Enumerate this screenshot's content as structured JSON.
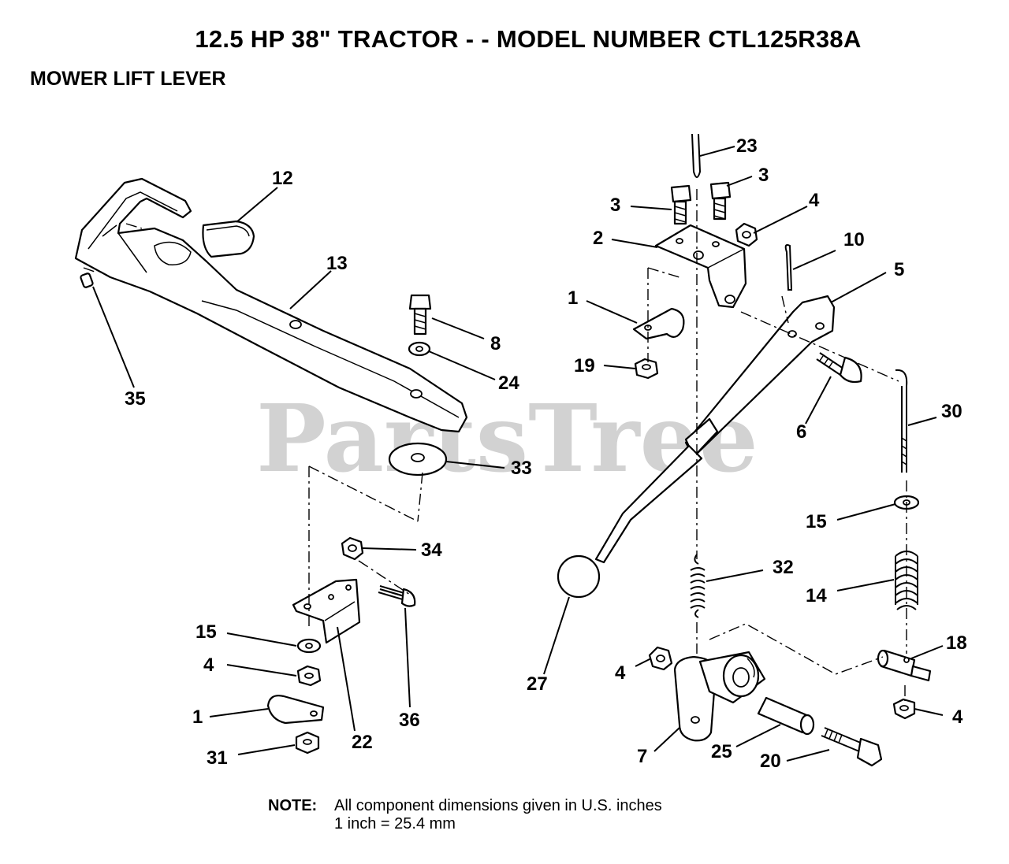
{
  "title": "12.5 HP 38\" TRACTOR - - MODEL NUMBER CTL125R38A",
  "section": "MOWER LIFT LEVER",
  "watermark": "PartsTree",
  "watermark_tm": "™",
  "callouts": [
    {
      "id": "c12",
      "label": "12"
    },
    {
      "id": "c13",
      "label": "13"
    },
    {
      "id": "c35",
      "label": "35"
    },
    {
      "id": "c8",
      "label": "8"
    },
    {
      "id": "c24",
      "label": "24"
    },
    {
      "id": "c33",
      "label": "33"
    },
    {
      "id": "c34",
      "label": "34"
    },
    {
      "id": "c15a",
      "label": "15"
    },
    {
      "id": "c4a",
      "label": "4"
    },
    {
      "id": "c1a",
      "label": "1"
    },
    {
      "id": "c31",
      "label": "31"
    },
    {
      "id": "c22",
      "label": "22"
    },
    {
      "id": "c36",
      "label": "36"
    },
    {
      "id": "c23",
      "label": "23"
    },
    {
      "id": "c3a",
      "label": "3"
    },
    {
      "id": "c3b",
      "label": "3"
    },
    {
      "id": "c4b",
      "label": "4"
    },
    {
      "id": "c2",
      "label": "2"
    },
    {
      "id": "c10",
      "label": "10"
    },
    {
      "id": "c5",
      "label": "5"
    },
    {
      "id": "c1b",
      "label": "1"
    },
    {
      "id": "c19",
      "label": "19"
    },
    {
      "id": "c6",
      "label": "6"
    },
    {
      "id": "c30",
      "label": "30"
    },
    {
      "id": "c15b",
      "label": "15"
    },
    {
      "id": "c32",
      "label": "32"
    },
    {
      "id": "c14",
      "label": "14"
    },
    {
      "id": "c27",
      "label": "27"
    },
    {
      "id": "c4c",
      "label": "4"
    },
    {
      "id": "c18",
      "label": "18"
    },
    {
      "id": "c4d",
      "label": "4"
    },
    {
      "id": "c7",
      "label": "7"
    },
    {
      "id": "c25",
      "label": "25"
    },
    {
      "id": "c20",
      "label": "20"
    }
  ],
  "note": {
    "label": "NOTE:",
    "line1": "All component dimensions given in U.S. inches",
    "line2": "1 inch = 25.4 mm"
  }
}
